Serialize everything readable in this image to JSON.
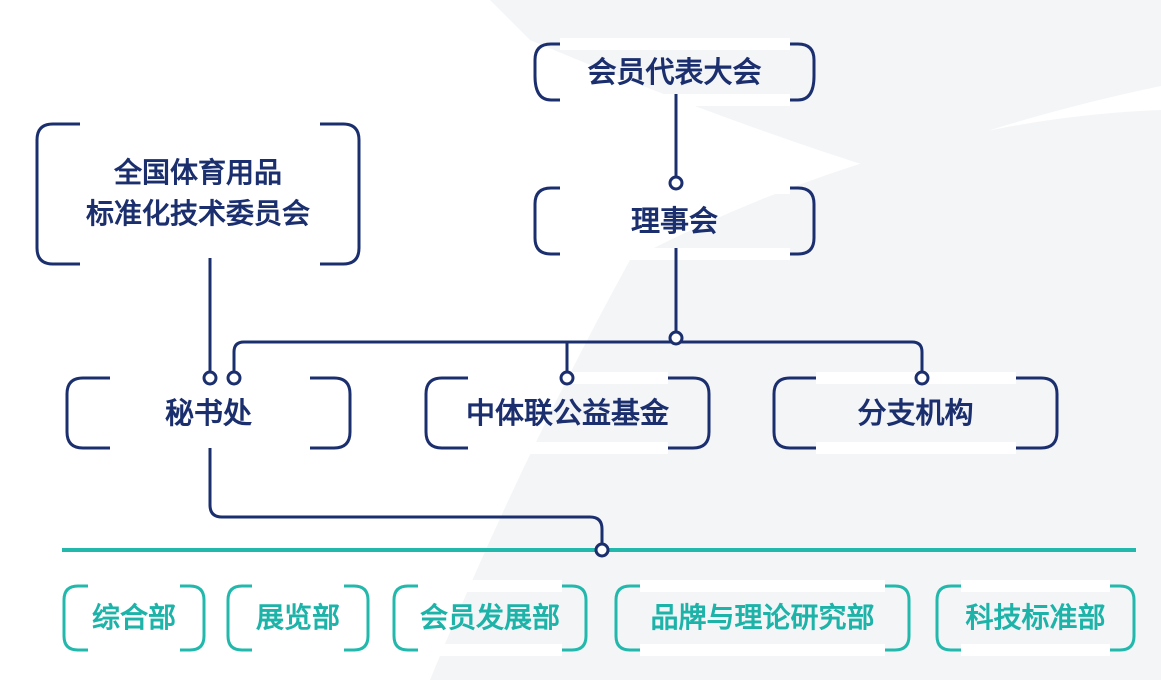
{
  "colors": {
    "navy": "#1b2f6e",
    "teal": "#22b8ac",
    "teal_text": "#1db3a8",
    "bg_shape": "#f3f5f7"
  },
  "nodes": {
    "assembly": "会员代表大会",
    "council": "理事会",
    "committee_line1": "全国体育用品",
    "committee_line2": "标准化技术委员会",
    "secretariat": "秘书处",
    "foundation": "中体联公益基金",
    "branches": "分支机构"
  },
  "departments": [
    "综合部",
    "展览部",
    "会员发展部",
    "品牌与理论研究部",
    "科技标准部"
  ]
}
